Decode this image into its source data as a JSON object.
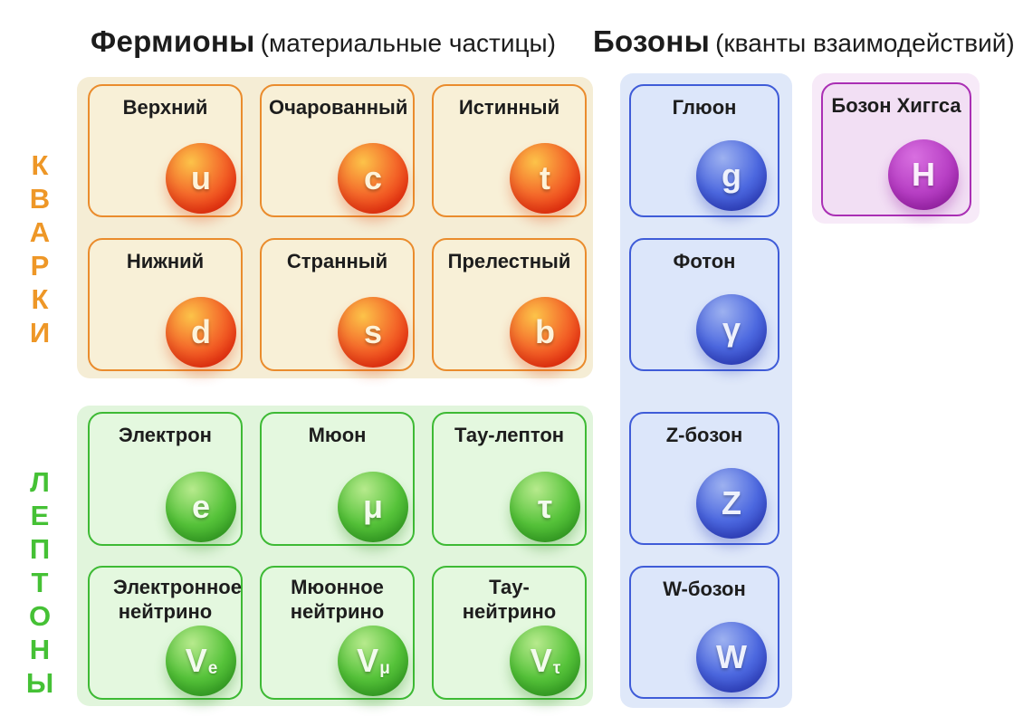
{
  "headers": {
    "fermions": {
      "main": "Фермионы",
      "sub": "(материальные частицы)"
    },
    "bosons": {
      "main": "Бозоны",
      "sub": "(кванты взаимодействий)"
    }
  },
  "side_labels": {
    "quarks": "КВАРКИ",
    "leptons": "ЛЕПТОНЫ"
  },
  "quarks": {
    "cards": [
      {
        "name": "Верхний",
        "symbol": "u"
      },
      {
        "name": "Очарованный",
        "symbol": "c"
      },
      {
        "name": "Истинный",
        "symbol": "t"
      },
      {
        "name": "Нижний",
        "symbol": "d"
      },
      {
        "name": "Странный",
        "symbol": "s"
      },
      {
        "name": "Прелестный",
        "symbol": "b"
      }
    ]
  },
  "leptons": {
    "cards": [
      {
        "name": "Электрон",
        "symbol": "e"
      },
      {
        "name": "Мюон",
        "symbol": "μ"
      },
      {
        "name": "Тау-лептон",
        "symbol": "τ"
      },
      {
        "name": "Электронное нейтрино",
        "symbol": "V",
        "symbol_sub": "e"
      },
      {
        "name": "Мюонное нейтрино",
        "symbol": "V",
        "symbol_sub": "μ"
      },
      {
        "name": "Тау-нейтрино",
        "symbol": "V",
        "symbol_sub": "τ"
      }
    ]
  },
  "bosons": {
    "cards": [
      {
        "name": "Глюон",
        "symbol": "g"
      },
      {
        "name": "Фотон",
        "symbol": "γ"
      },
      {
        "name": "Z-бозон",
        "symbol": "Z"
      },
      {
        "name": "W-бозон",
        "symbol": "W"
      }
    ]
  },
  "higgs": {
    "name": "Бозон Хиггса",
    "symbol": "H"
  },
  "colors": {
    "quark_accent": "#EA8C2D",
    "quark_panel": "#F5EDD5",
    "quark_label": "#EE9727",
    "quark_sphere": "#EE3A14",
    "lepton_accent": "#3EBA35",
    "lepton_panel": "#E1F5DC",
    "lepton_label": "#45C135",
    "lepton_sphere": "#46BC33",
    "boson_accent": "#3F5CD8",
    "boson_panel": "#DFE8F9",
    "boson_sphere": "#4765DE",
    "higgs_accent": "#AA2FB4",
    "higgs_panel": "#F7EAF8",
    "higgs_sphere": "#B73EC4",
    "title_text": "#1C1C1C",
    "card_title_text": "#1D1D1D"
  }
}
